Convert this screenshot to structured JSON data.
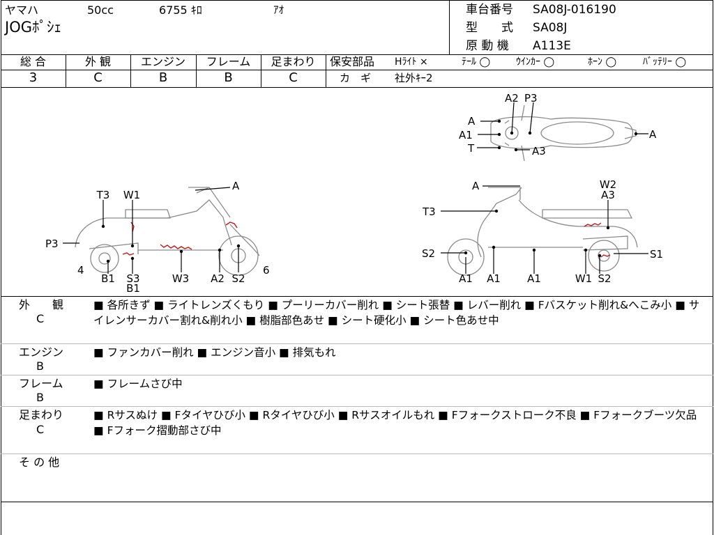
{
  "header": {
    "maker": "ヤマハ",
    "displacement": "50cc",
    "mileage": "6755 ｷﾛ",
    "color": "ｱｵ",
    "model_name": "JOGﾎﾟｼｪ",
    "chassis_label": "車台番号",
    "chassis_value": "SA08J-016190",
    "type_label": "型　　式",
    "type_value": "SA08J",
    "engine_label": "原 動 機",
    "engine_value": "A113E"
  },
  "grades": {
    "headers": [
      "総 合",
      "外 観",
      "エンジン",
      "フレーム",
      "足まわり"
    ],
    "values": [
      "3",
      "C",
      "B",
      "B",
      "C"
    ]
  },
  "safety": {
    "label": "保安部品",
    "headlight": "Hﾗｲﾄ ×",
    "tail": "ﾃｰﾙ ◯",
    "winker": "ｳｲﾝｶｰ ◯",
    "horn": "ﾎｰﾝ ◯",
    "battery": "ﾊﾞｯﾃﾘｰ ◯",
    "key_label": "カ　ギ",
    "key_value": "社外ｷｰ2"
  },
  "diagram_labels": {
    "top_A2": "A2",
    "top_P3": "P3",
    "top_A_left": "A",
    "top_A1": "A1",
    "top_T": "T",
    "top_A3": "A3",
    "top_A_right": "A",
    "left_A": "A",
    "left_T3": "T3",
    "left_W1": "W1",
    "left_P3": "P3",
    "left_4": "4",
    "left_B1": "B1",
    "left_S3": "S3",
    "left_B1b": "B1",
    "left_W3": "W3",
    "left_A2": "A2",
    "left_S2": "S2",
    "left_6": "6",
    "right_A": "A",
    "right_W2": "W2",
    "right_A3": "A3",
    "right_T3": "T3",
    "right_S2": "S2",
    "right_S1": "S1",
    "right_A1a": "A1",
    "right_A1b": "A1",
    "right_A1c": "A1",
    "right_W1": "W1",
    "right_S2b": "S2"
  },
  "details": {
    "exterior_label": "外　　観",
    "exterior_grade": "C",
    "exterior_text": "■ 各所きず ■ ライトレンズくもり ■ プーリーカバー削れ ■ シート張替 ■ レバー削れ ■ Fバスケット削れ&へこみ小 ■ サイレンサーカバー割れ&削れ小 ■ 樹脂部色あせ ■ シート硬化小 ■ シート色あせ中",
    "engine_label": "エンジン",
    "engine_grade": "B",
    "engine_text": "■ ファンカバー削れ ■ エンジン音小 ■ 排気もれ",
    "frame_label": "フレーム",
    "frame_grade": "B",
    "frame_text": "■ フレームさび中",
    "suspension_label": "足まわり",
    "suspension_grade": "C",
    "suspension_text": "■ Rサスぬけ ■ Fタイヤひび小 ■ Rタイヤひび小 ■ Rサスオイルもれ ■ Fフォークストローク不良 ■ Fフォークブーツ欠品 ■ Fフォーク摺動部さび中",
    "other_label": "そ の 他"
  }
}
